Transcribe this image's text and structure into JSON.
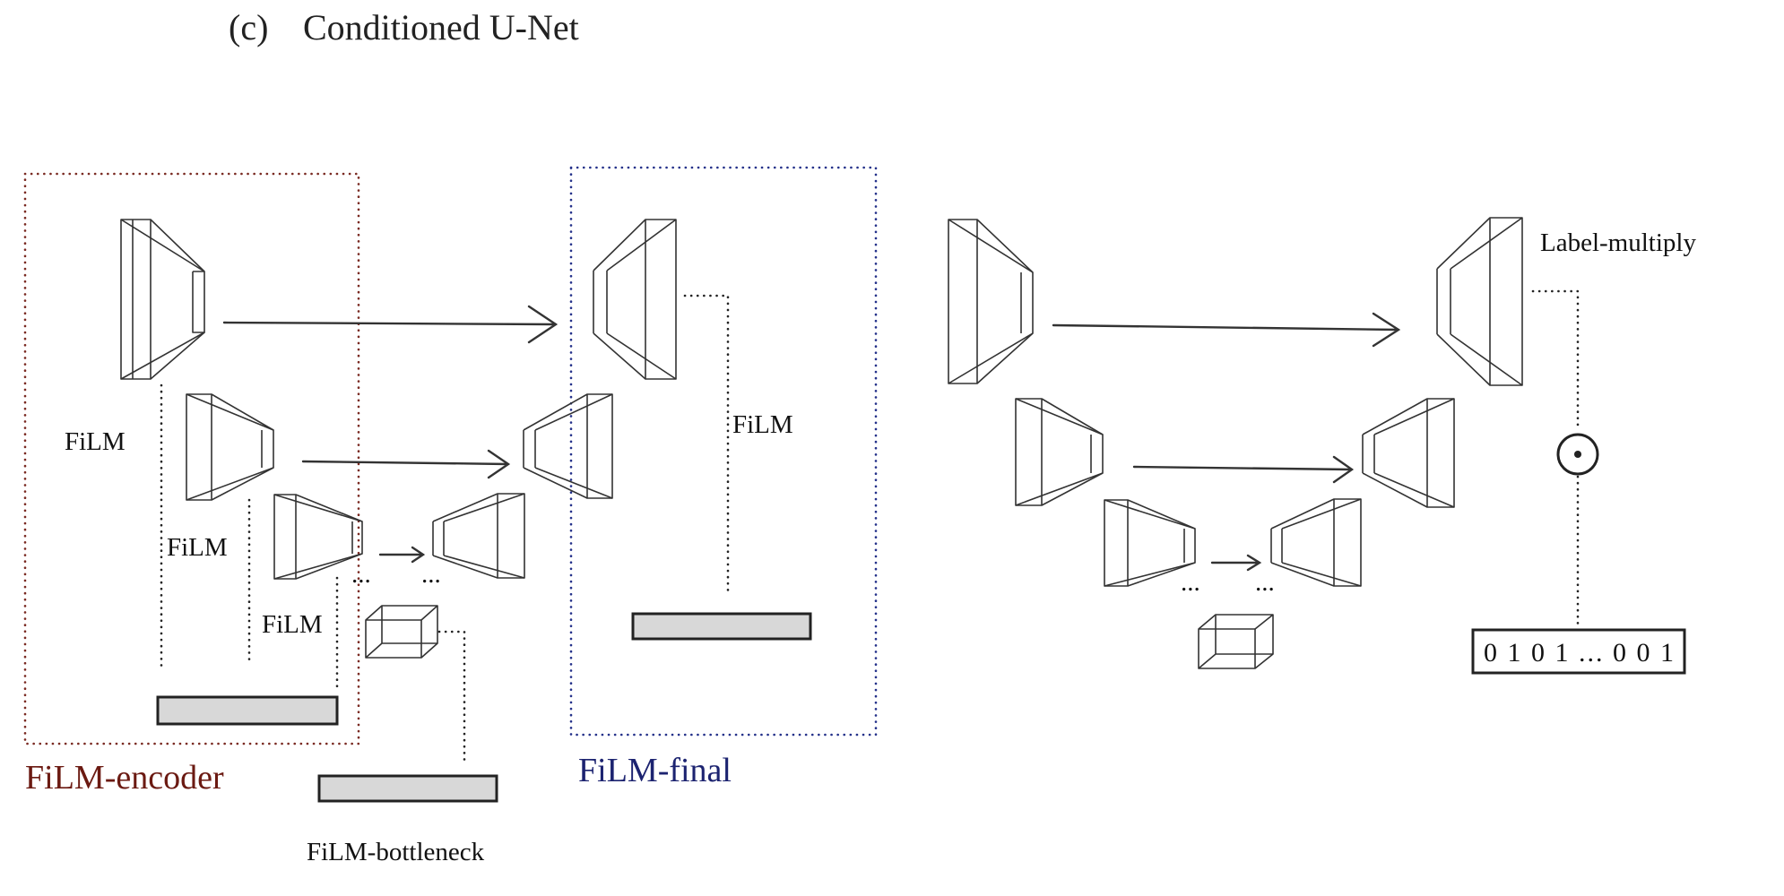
{
  "title": {
    "panel": "(c)",
    "text": "Conditioned U-Net"
  },
  "regions": {
    "encoder": {
      "label": "FiLM-encoder",
      "color": "#6b1a12"
    },
    "final": {
      "label": "FiLM-final",
      "color": "#1c2370"
    }
  },
  "labels": {
    "film_1": "FiLM",
    "film_2": "FiLM",
    "film_3": "FiLM",
    "film_final": "FiLM",
    "bottleneck": "FiLM-bottleneck",
    "label_multiply": "Label-multiply",
    "ellipsis_1": "...",
    "ellipsis_2": "...",
    "ellipsis_3": "...",
    "ellipsis_4": "..."
  },
  "operators": {
    "hadamard": "⊙"
  },
  "label_vector": "0 1 0 1 ... 0 0 1",
  "icons": [
    "encoder-block-icon",
    "decoder-block-icon",
    "bottleneck-cube-icon",
    "skip-arrow-icon",
    "conditioning-bar-icon",
    "hadamard-product-icon"
  ]
}
